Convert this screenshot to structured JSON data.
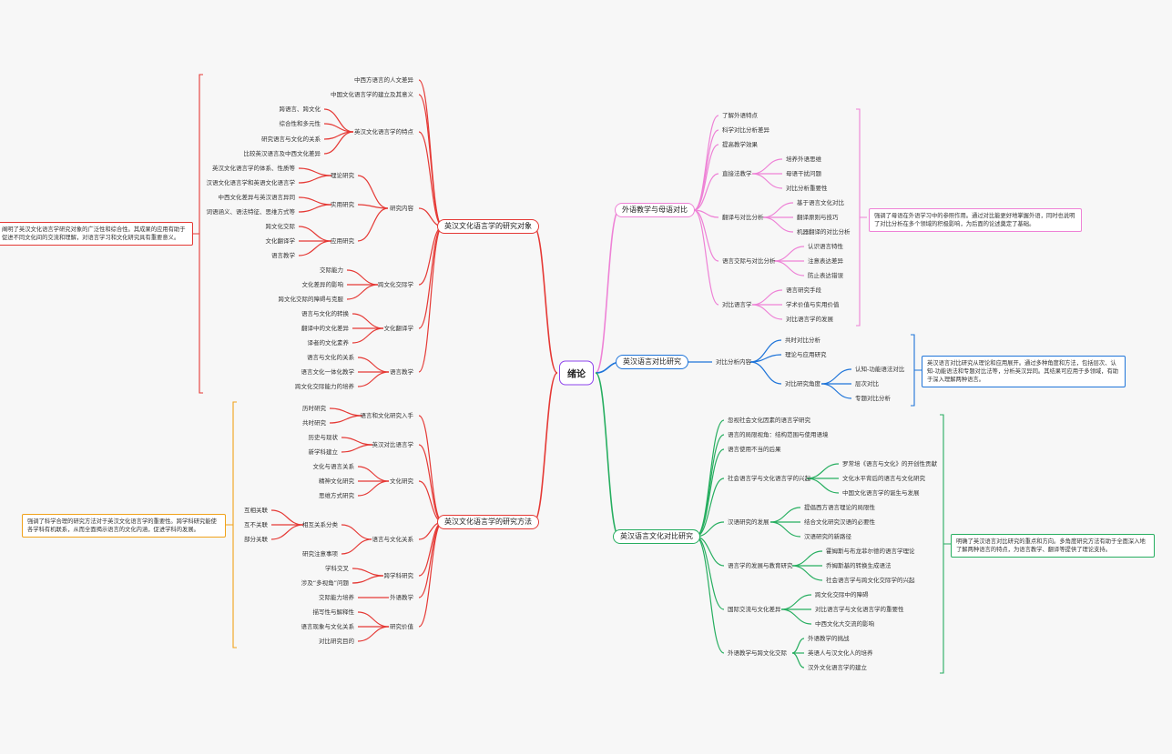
{
  "root": "绪论",
  "colors": {
    "root": "#8e44ec",
    "obj": "#e53935",
    "method": "#e53935",
    "fl": "#ee82d6",
    "lang": "#1e74d9",
    "culture": "#27ae60",
    "orange": "#f0a21a"
  },
  "sections": {
    "obj": "英汉文化语言学的研究对象",
    "method": "英汉文化语言学的研究方法",
    "fl": "外语教学与母语对比",
    "lang": "英汉语言对比研究",
    "culture": "英汉语言文化对比研究"
  },
  "obj": {
    "top1": "中西方语言的人文差异",
    "top2": "中国文化语言学的建立及其意义",
    "c1": "英汉文化语言学的特点",
    "c1_items": [
      "跨语言、跨文化",
      "综合性和多元性",
      "研究语言与文化的关系",
      "比较英汉语言及中西文化差异"
    ],
    "c2": "研究内容",
    "c2a": "理论研究",
    "c2a_items": [
      "英汉文化语言学的体系、性质等",
      "汉语文化语言学和英语文化语言学"
    ],
    "c2b": "实用研究",
    "c2b_items": [
      "中西文化差异与英汉语言异同",
      "词语涵义、语法特征、思维方式等"
    ],
    "c2c": "应用研究",
    "c2c_items": [
      "跨文化交际",
      "文化翻译学",
      "语言教学"
    ],
    "c3": "跨文化交际学",
    "c3_items": [
      "交际能力",
      "文化差异的影响",
      "跨文化交际的障碍与克服"
    ],
    "c4": "文化翻译学",
    "c4_items": [
      "语言与文化的转换",
      "翻译中的文化差异",
      "译者的文化素养"
    ],
    "c5": "语言教学",
    "c5_items": [
      "语言与文化的关系",
      "语言文化一体化教学",
      "跨文化交际能力的培养"
    ],
    "note": "阐明了英汉文化语言学研究对象的广泛性和综合性。其成果的应用有助于促进不同文化间的交流和理解，对语言学习和文化研究具有重要意义。"
  },
  "method": {
    "m1": "语言和文化研究入手",
    "m1_items": [
      "历时研究",
      "共时研究"
    ],
    "m2": "英汉对比语言学",
    "m2_items": [
      "历史与现状",
      "新学科建立"
    ],
    "m3": "文化研究",
    "m3_items": [
      "文化与语言关系",
      "精神文化研究",
      "思维方式研究"
    ],
    "m4": "语言与文化关系",
    "m4a": "相互关系分类",
    "m4a_items": [
      "互相关联",
      "互不关联",
      "部分关联"
    ],
    "m4b": "研究注意事项",
    "m5": "跨学科研究",
    "m5_items": [
      "学科交叉",
      "涉及“多视角”问题"
    ],
    "m6": "外语教学",
    "m6_items": [
      "交际能力培养"
    ],
    "m7": "研究价值",
    "m7_items": [
      "描写性与解释性",
      "语言现象与文化关系",
      "对比研究目的"
    ],
    "note": "强调了科学合理的研究方法对于英汉文化语言学的重要性。跨学科研究能使各学科有机联系，从而全面揭示语言的文化内涵，促进学科的发展。"
  },
  "fl": {
    "top": [
      "了解外语特点",
      "科学对比分析差异",
      "提高教学效果"
    ],
    "g1": "直接法教学",
    "g1_items": [
      "培养外语思维",
      "母语干扰问题",
      "对比分析重要性"
    ],
    "g2": "翻译与对比分析",
    "g2_items": [
      "基于语言文化对比",
      "翻译原则与技巧",
      "机器翻译的对比分析"
    ],
    "g3": "语言交际与对比分析",
    "g3_items": [
      "认识语言特性",
      "注意表达差异",
      "防止表达错误"
    ],
    "g4": "对比语言学",
    "g4_items": [
      "语言研究手段",
      "学术价值与实用价值",
      "对比语言学的发展"
    ],
    "note": "强调了母语在外语学习中的参照作用。通过对比能更好地掌握外语，同时也说明了对比分析在多个领域的积极影响，为后面的论述奠定了基础。"
  },
  "lang": {
    "h": "对比分析内容",
    "items": [
      "共时对比分析",
      "理论与应用研究"
    ],
    "h2": "对比研究角度",
    "h2_items": [
      "认知-功能语法对比",
      "层次对比",
      "专题对比分析"
    ],
    "note": "英汉语言对比研究从理论和应用展开。通过多种角度和方法，包括层次、认知-功能语法和专题对比法等，分析英汉异同。其结果可应用于多领域，有助于深入理解两种语言。"
  },
  "culture": {
    "top": [
      "忽视社会文化因素的语言学研究",
      "语言的局限视角：结构范围与使用语境",
      "语言使用不当的后果"
    ],
    "k1": "社会语言学与文化语言学的兴起",
    "k1_items": [
      "罗常培《语言与文化》的开创性贡献",
      "文化水平背后的语言与文化研究",
      "中国文化语言学的诞生与发展"
    ],
    "k2": "汉语研究的发展",
    "k2_items": [
      "提倡西方语言理论的局限性",
      "结合文化研究汉语的必要性",
      "汉语研究的新路径"
    ],
    "k3": "语言学的发展与教育研究",
    "k3_items": [
      "霍姆斯与布龙菲尔德的语言学理论",
      "乔姆斯基的转换生成语法",
      "社会语言学与跨文化交际学的兴起"
    ],
    "k4": "国际交流与文化差异",
    "k4_items": [
      "跨文化交际中的障碍",
      "对比语言学与文化语言学的重要性",
      "中西文化大交流的影响"
    ],
    "k5": "外语教学与跨文化交际",
    "k5_items": [
      "外语教学的挑战",
      "英语人与汉文化人的培养",
      "汉外文化语言学的建立"
    ],
    "note": "明确了英汉语言对比研究的重点和方向。多角度研究方法有助于全面深入地了解两种语言的特点，为语言教学、翻译等提供了理论支持。"
  }
}
